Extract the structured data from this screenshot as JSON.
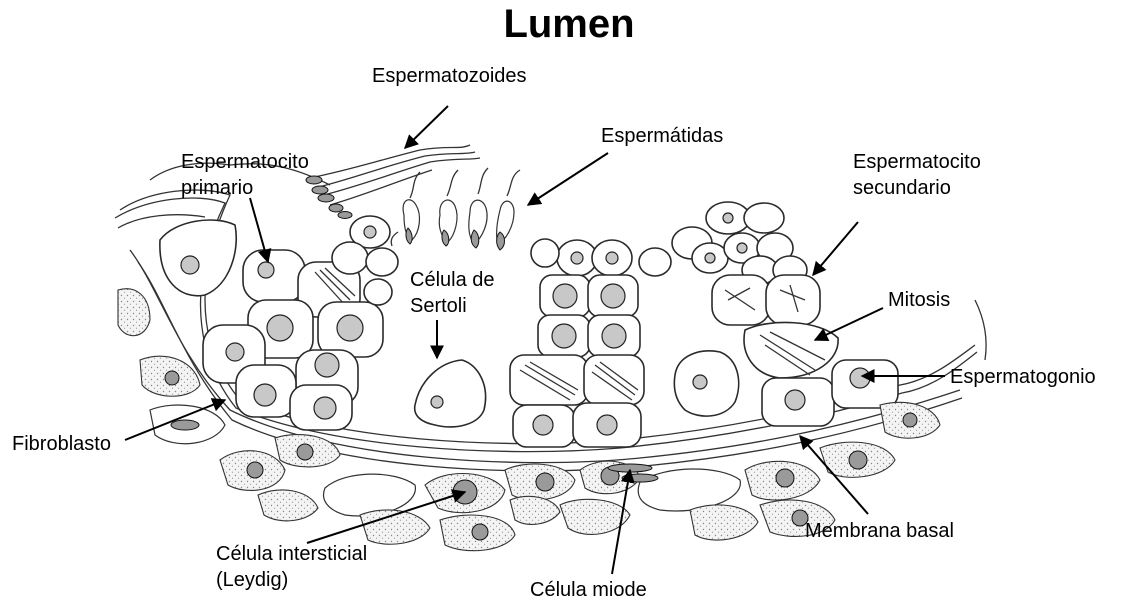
{
  "title": "Lumen",
  "labels": {
    "espermatozoides": "Espermatozoides",
    "espermatidas": "Espermátidas",
    "espermatocito_primario_1": "Espermatocito",
    "espermatocito_primario_2": "primario",
    "espermatocito_secundario_1": "Espermatocito",
    "espermatocito_secundario_2": "secundario",
    "celula_sertoli_1": "Célula de",
    "celula_sertoli_2": "Sertoli",
    "mitosis": "Mitosis",
    "espermatogonio": "Espermatogonio",
    "fibroblasto": "Fibroblasto",
    "membrana_basal": "Membrana basal",
    "celula_intersticial_1": "Célula intersticial",
    "celula_intersticial_2": "(Leydig)",
    "celula_miode": "Célula miode"
  }
}
